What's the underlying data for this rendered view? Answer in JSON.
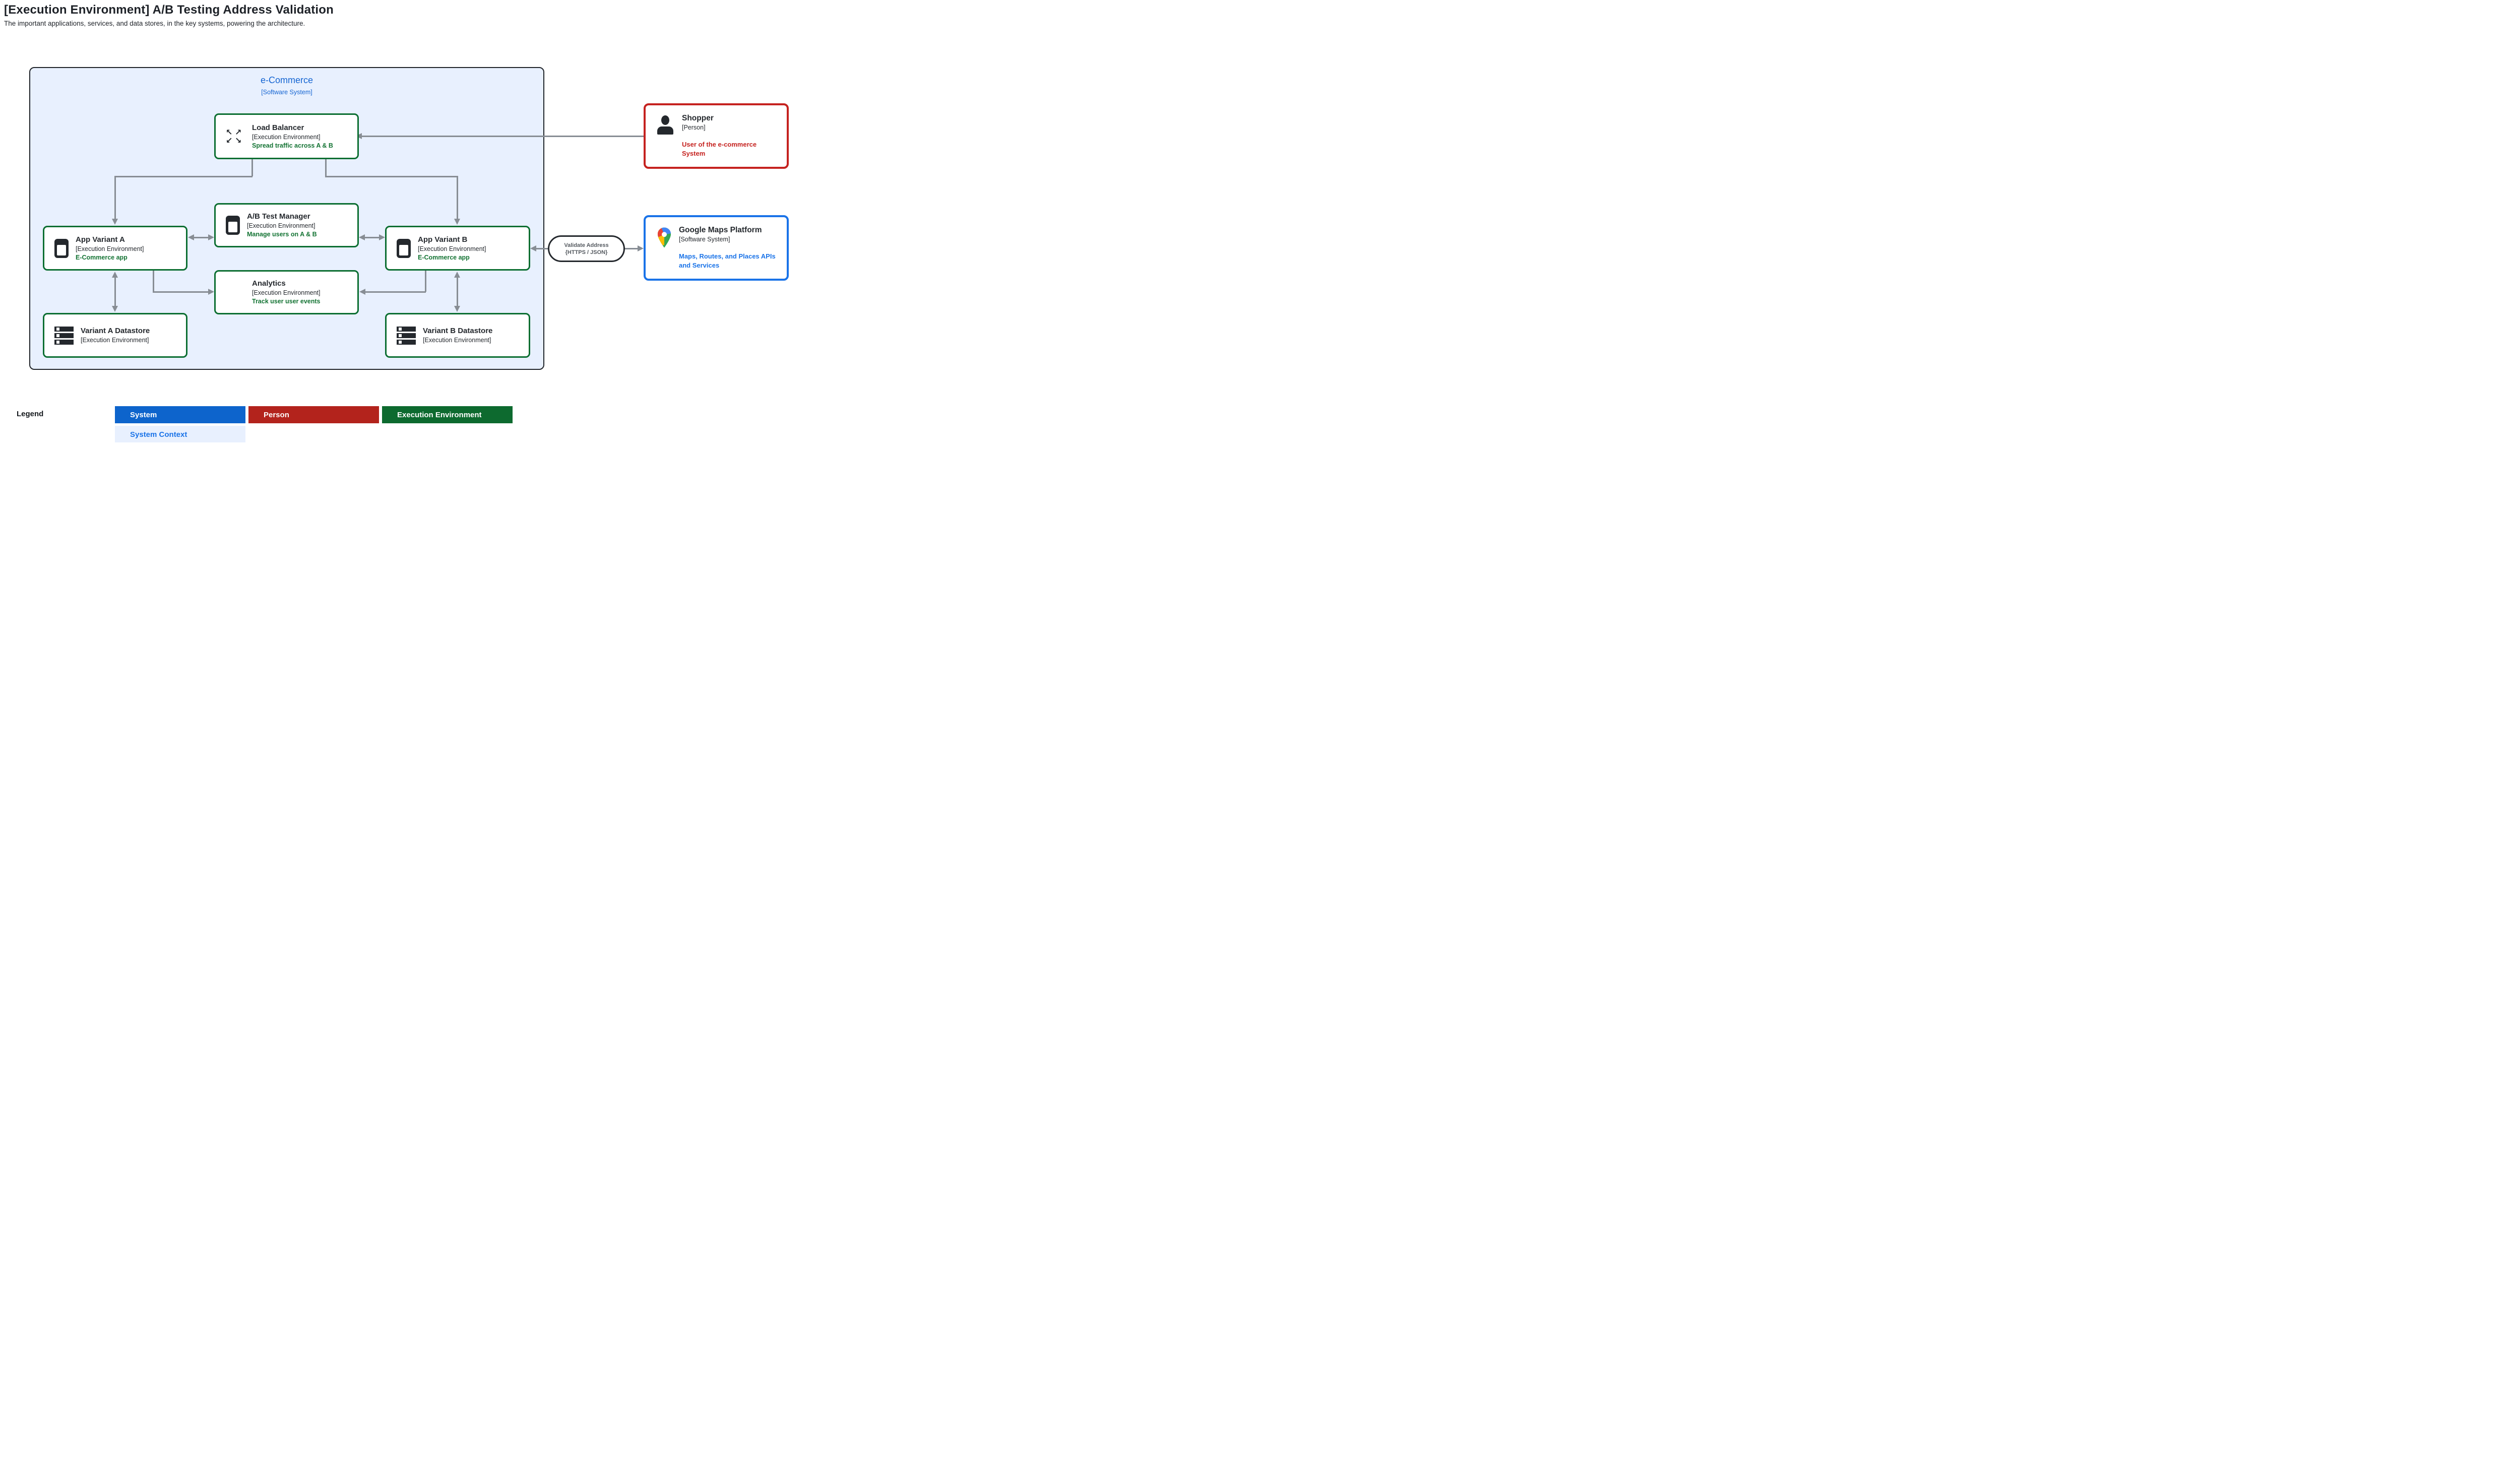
{
  "page": {
    "title": "[Execution Environment] A/B Testing Address Validation",
    "subtitle": "The important applications, services, and data stores, in the key systems, powering the architecture."
  },
  "container": {
    "title": "e-Commerce",
    "type": "[Software System]"
  },
  "nodes": {
    "load_balancer": {
      "title": "Load Balancer",
      "type": "[Execution Environment]",
      "desc": "Spread traffic across A & B",
      "icon": "load-balancer-arrows-icon",
      "arrows": [
        "nw",
        "ne",
        "sw",
        "se"
      ],
      "arrow_glyphs": [
        "↖",
        "↗",
        "↙",
        "↘"
      ]
    },
    "ab_test_manager": {
      "title": "A/B Test Manager",
      "type": "[Execution Environment]",
      "desc": "Manage users on A & B",
      "icon": "app-window-icon"
    },
    "app_variant_a": {
      "title": "App Variant A",
      "type": "[Execution Environment]",
      "desc": "E-Commerce app",
      "icon": "app-window-icon"
    },
    "app_variant_b": {
      "title": "App Variant B",
      "type": "[Execution Environment]",
      "desc": "E-Commerce app",
      "icon": "app-window-icon"
    },
    "analytics": {
      "title": "Analytics",
      "type": "[Execution Environment]",
      "desc": "Track user user events"
    },
    "variant_a_datastore": {
      "title": "Variant A Datastore",
      "type": "[Execution Environment]",
      "icon": "datastore-icon"
    },
    "variant_b_datastore": {
      "title": "Variant B Datastore",
      "type": "[Execution Environment]",
      "icon": "datastore-icon"
    },
    "shopper": {
      "title": "Shopper",
      "type": "[Person]",
      "desc": "User of the e-commerce System",
      "icon": "person-icon"
    },
    "google_maps": {
      "title": "Google Maps Platform",
      "type": "[Software System]",
      "desc": "Maps, Routes, and Places APIs and Services",
      "icon": "google-maps-pin-icon"
    }
  },
  "edges": {
    "validate_address": {
      "line1": "Validate Address",
      "line2": "{HTTPS / JSON}"
    }
  },
  "legend": {
    "label": "Legend",
    "items": [
      {
        "label": "System",
        "color": "#0d64cc"
      },
      {
        "label": "Person",
        "color": "#b3231c"
      },
      {
        "label": "Execution Environment",
        "color": "#0d6a2f"
      },
      {
        "label": "System Context",
        "color": "#e8f0fe"
      }
    ]
  },
  "colors": {
    "exec_env_border": "#0b6e31",
    "exec_env_text": "#137333",
    "person_border": "#c5221f",
    "system_border": "#1a73e8",
    "system_context_bg": "#e8f0fe",
    "container_title": "#1565d2",
    "connector_gray": "#878d94"
  }
}
